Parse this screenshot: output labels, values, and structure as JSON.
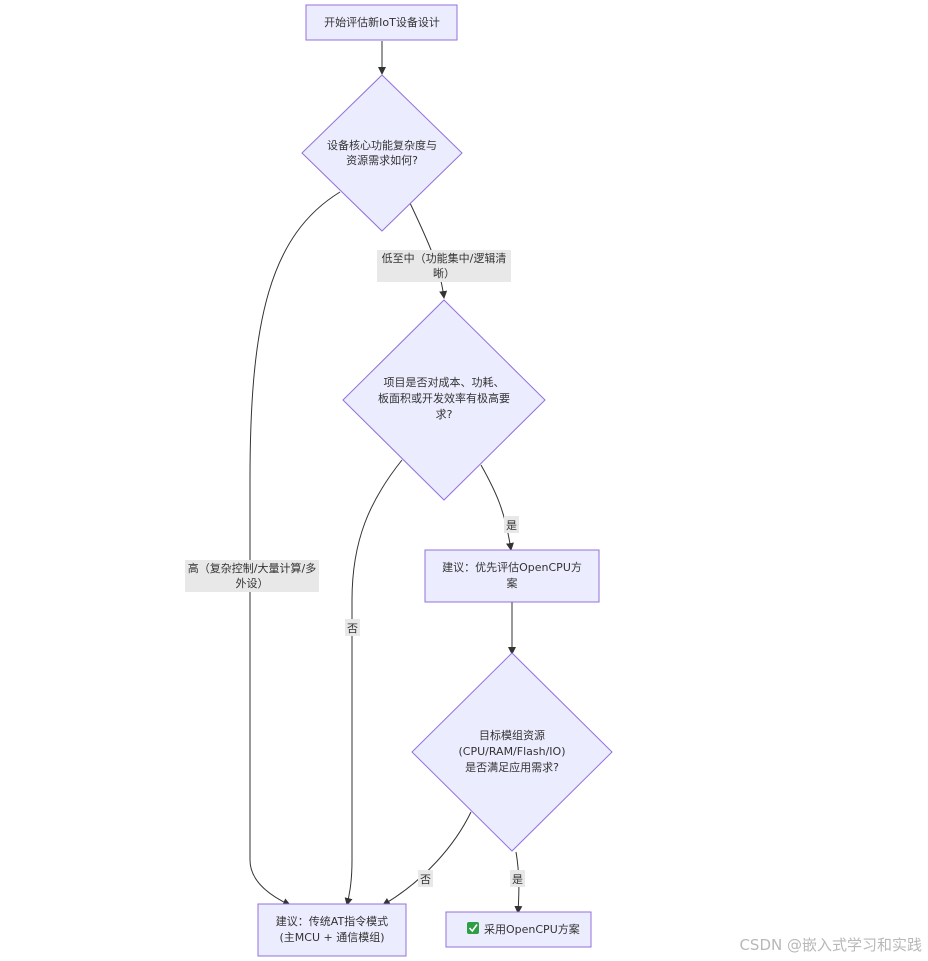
{
  "nodes": {
    "start": "开始评估新IoT设备设计",
    "complexity": [
      "设备核心功能复杂度与",
      "资源需求如何?"
    ],
    "cost": [
      "项目是否对成本、功耗、",
      "板面积或开发效率有极高要",
      "求?"
    ],
    "suggest_opencpu": [
      "建议：优先评估OpenCPU方",
      "案"
    ],
    "resources": [
      "目标模组资源",
      "(CPU/RAM/Flash/IO)",
      "是否满足应用需求?"
    ],
    "at_mode": [
      "建议：传统AT指令模式",
      "(主MCU + 通信模组)"
    ],
    "adopt_opencpu": "采用OpenCPU方案"
  },
  "edges": {
    "low": [
      "低至中（功能集中/逻辑清",
      "晰）"
    ],
    "high": [
      "高（复杂控制/大量计算/多",
      "外设）"
    ],
    "no_cost": "否",
    "yes_cost": "是",
    "no_res": "否",
    "yes_res": "是"
  },
  "icons": {
    "adopt_opencpu": "check-mark-icon"
  },
  "colors": {
    "node_fill": "#ECECFF",
    "node_stroke": "#9370DB",
    "edge_label_bg": "#E8E8E8",
    "check": "#2e9e44"
  },
  "watermark": "CSDN @嵌入式学习和实践"
}
